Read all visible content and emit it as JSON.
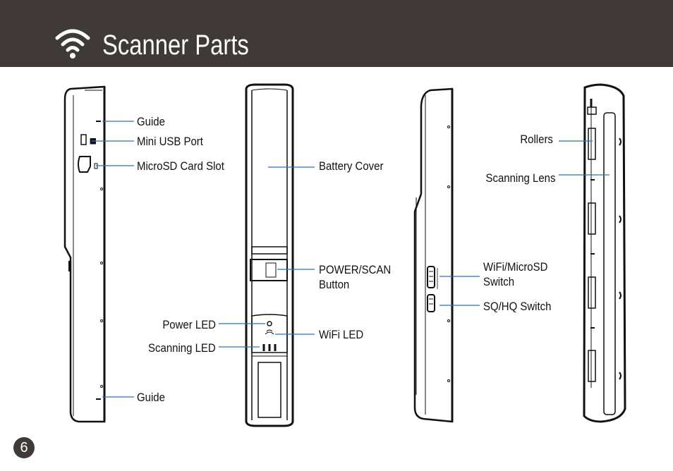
{
  "header": {
    "title": "Scanner Parts",
    "icon": "wifi-icon",
    "background": "#3f3a37"
  },
  "labels": {
    "guide_top": "Guide",
    "mini_usb_port": "Mini USB Port",
    "microsd_card_slot": "MicroSD Card Slot",
    "battery_cover": "Battery Cover",
    "power_scan_button_line1": "POWER/SCAN",
    "power_scan_button_line2": "Button",
    "power_led": "Power LED",
    "wifi_led": "WiFi LED",
    "scanning_led": "Scanning LED",
    "guide_bottom": "Guide",
    "rollers": "Rollers",
    "scanning_lens": "Scanning Lens",
    "wifi_microsd_switch_line1": "WiFi/MicroSD",
    "wifi_microsd_switch_line2": "Switch",
    "sq_hq_switch": "SQ/HQ Switch"
  },
  "page_number": "6"
}
